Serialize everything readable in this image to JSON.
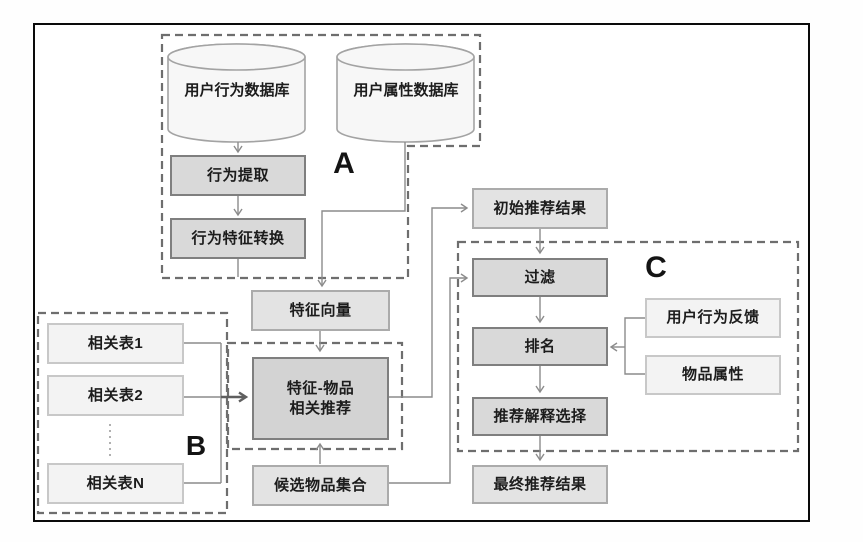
{
  "diagram": {
    "groups": {
      "a": "A",
      "b": "B",
      "c": "C"
    },
    "nodes": {
      "db_user_behavior": "用户行为数据库",
      "db_user_attribute": "用户属性数据库",
      "behavior_extract": "行为提取",
      "behavior_feature_convert": "行为特征转换",
      "feature_vector": "特征向量",
      "related_table_1": "相关表1",
      "related_table_2": "相关表2",
      "related_table_n": "相关表N",
      "feature_item_line1": "特征-物品",
      "feature_item_line2": "相关推荐",
      "initial_result": "初始推荐结果",
      "filter": "过滤",
      "rank": "排名",
      "user_behavior_feedback": "用户行为反馈",
      "item_attributes": "物品属性",
      "explanation_select": "推荐解释选择",
      "candidate_item_set": "候选物品集合",
      "final_result": "最终推荐结果"
    },
    "colors": {
      "frame": "#0a0a0a",
      "dashed_region": "#6e6e6e",
      "process_fill": "#d9d9d9",
      "process_border": "#7f7f7f",
      "data_fill": "#e3e3e3",
      "data_border": "#ababab",
      "light_fill": "#f3f3f3",
      "light_border": "#c8c8c8",
      "cylinder_fill": "#f7f7f7",
      "cylinder_border": "#a3a3a3",
      "connector": "#8c8c8c",
      "connector_strong": "#5f5f5f",
      "text": "#1c1c1c"
    }
  }
}
